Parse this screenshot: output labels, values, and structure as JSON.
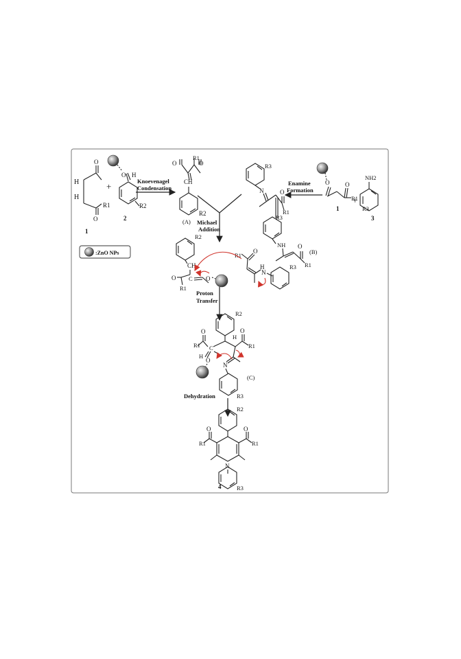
{
  "labels": {
    "knoevenagel": [
      "Knoevenagel",
      "Condensation"
    ],
    "enamine": [
      "Enamine",
      "Formation"
    ],
    "michael": [
      "Michael",
      "Addition"
    ],
    "proton": [
      "Proton",
      "Transfer"
    ],
    "dehydration": "Dehydration"
  },
  "legend": ":ZnO NPs",
  "compound_numbers": {
    "c1": "1",
    "c2": "2",
    "c1b": "1",
    "c3": "3",
    "c4": "4"
  },
  "intermediates": {
    "a": "(A)",
    "b": "(B)",
    "c": "(C)"
  },
  "atoms": {
    "O": "O",
    "H": "H",
    "N": "N",
    "C": "C",
    "CH": "CH",
    "NH": "NH",
    "NH2": "NH2",
    "R1": "R1",
    "R2": "R2",
    "R3": "R3"
  },
  "colors": {
    "curly_arrow": "#d0342c",
    "frame": "#777777"
  }
}
